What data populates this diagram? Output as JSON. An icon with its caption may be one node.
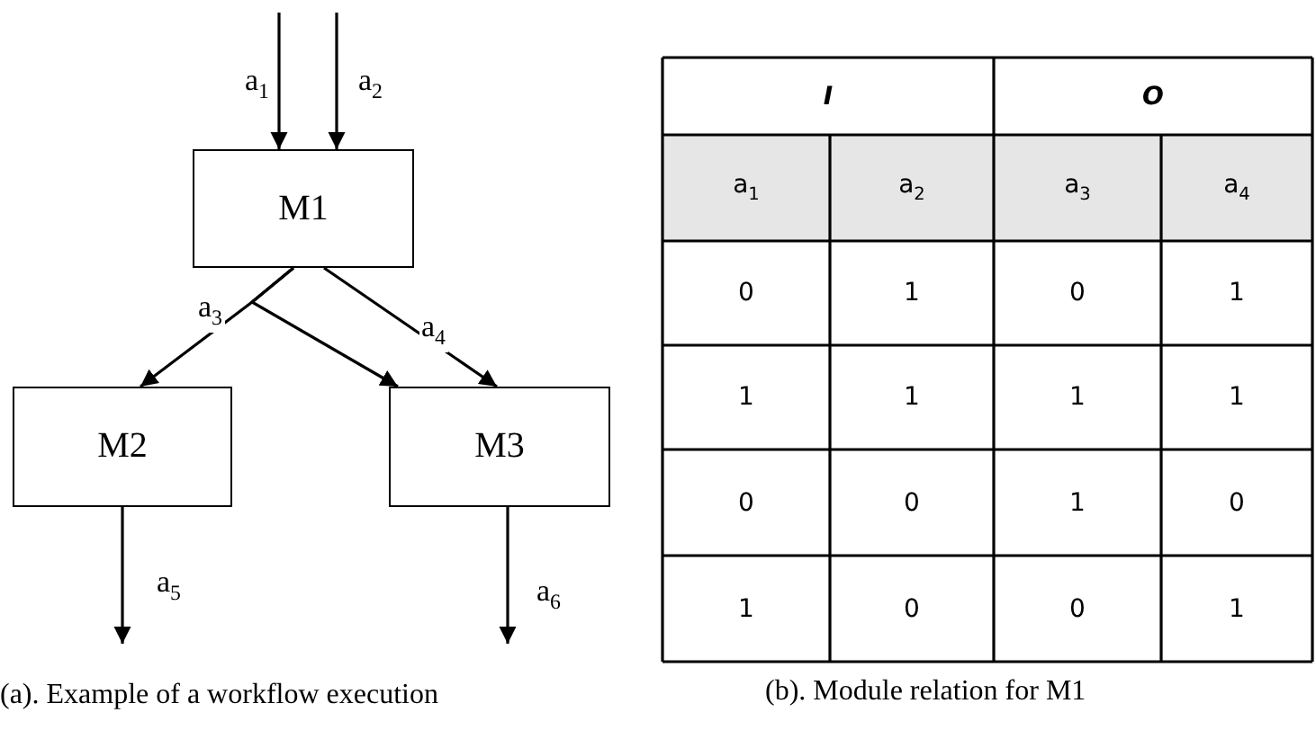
{
  "diagram": {
    "nodes": [
      {
        "text": [
          "M1"
        ]
      },
      {
        "text": [
          "M2"
        ]
      },
      {
        "text": [
          "M3"
        ]
      }
    ],
    "edges": [
      {
        "from": null,
        "to": 0,
        "arrow": "to",
        "label": "a$_{1}$"
      },
      {
        "from": null,
        "to": 0,
        "arrow": "to",
        "label": "a$_{2}$"
      },
      {
        "from": 0,
        "to": 1,
        "arrow": "to",
        "label": "a$_{3}$"
      },
      {
        "from": 0,
        "to": 2,
        "arrow": "to"
      },
      {
        "from": 0,
        "to": 2,
        "arrow": "to",
        "label": "a$_{4}$"
      },
      {
        "from": 1,
        "to": null,
        "arrow": "to",
        "label": "a$_{5}$"
      },
      {
        "from": 2,
        "to": null,
        "arrow": "to",
        "label": "a$_{6}$"
      }
    ],
    "labels": [
      "I",
      "O",
      "a$_{1}$",
      "a$_{2}$",
      "a$_{3}$",
      "a$_{4}$",
      "0",
      "1",
      "0",
      "1",
      "1",
      "1",
      "1",
      "1",
      "0",
      "0",
      "1",
      "0",
      "1",
      "0",
      "0",
      "1",
      "(a). Example of a workflow execution",
      "(b). Module relation for M1"
    ]
  }
}
